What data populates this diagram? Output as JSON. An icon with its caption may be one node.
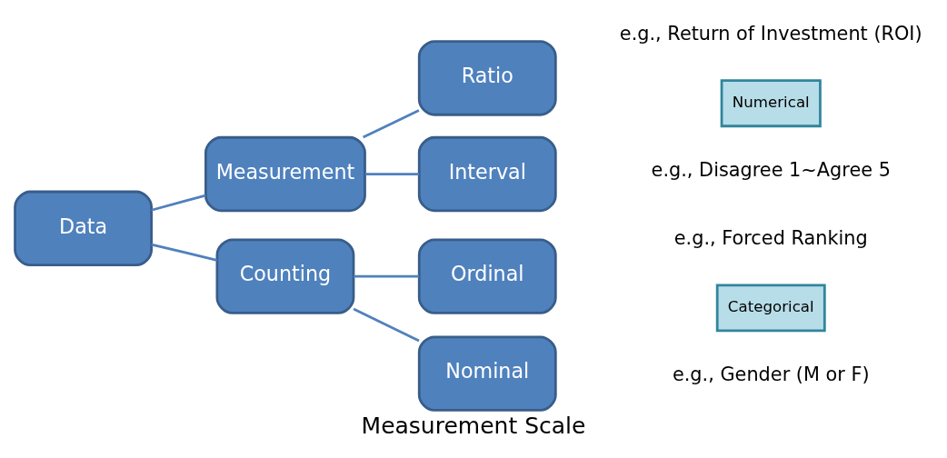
{
  "diagram": {
    "title": "Measurement Scale",
    "nodes": [
      {
        "text": [
          "Data"
        ]
      },
      {
        "text": [
          "Measurement"
        ]
      },
      {
        "text": [
          "Counting"
        ]
      },
      {
        "text": [
          "Ratio"
        ]
      },
      {
        "text": [
          "Interval"
        ]
      },
      {
        "text": [
          "Ordinal"
        ]
      },
      {
        "text": [
          "Nominal"
        ]
      },
      {
        "text": [
          "Numerical"
        ]
      },
      {
        "text": [
          "Categorical"
        ]
      }
    ],
    "edges": [
      {
        "from": 0,
        "to": 1,
        "arrow": "none"
      },
      {
        "from": 0,
        "to": 2,
        "arrow": "none"
      },
      {
        "from": 1,
        "to": 3,
        "arrow": "none"
      },
      {
        "from": 1,
        "to": 4,
        "arrow": "none"
      },
      {
        "from": 2,
        "to": 5,
        "arrow": "none"
      },
      {
        "from": 2,
        "to": 6,
        "arrow": "none"
      }
    ],
    "labels": [
      "e.g., Return of Investment (ROI)",
      "e.g., Disagree 1~Agree 5",
      "e.g., Forced Ranking",
      "e.g., Gender (M or F)"
    ]
  }
}
